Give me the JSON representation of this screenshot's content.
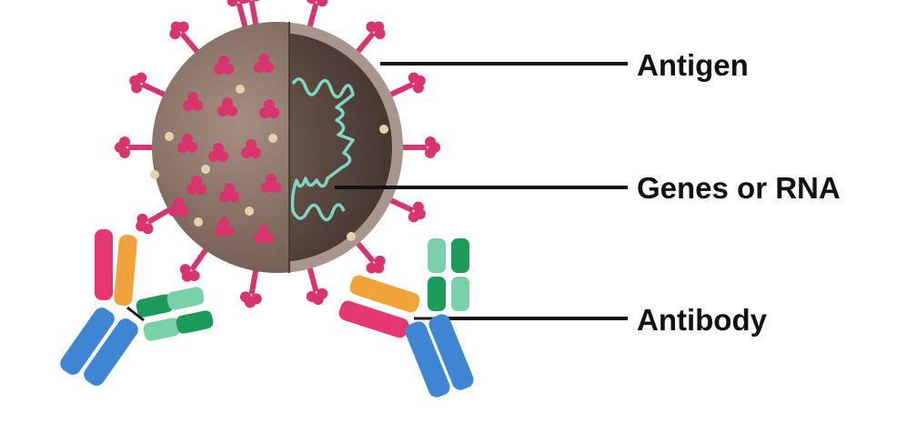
{
  "labels": {
    "antigen": "Antigen",
    "genes": "Genes or RNA",
    "antibody": "Antibody"
  },
  "colors": {
    "background": "#ffffff",
    "virus_body": "#8a7266",
    "virus_body_dark": "#6a554c",
    "virus_cut_face": "#5e4a42",
    "virus_shell": "#a8968c",
    "spike": "#d8356e",
    "dot": "#e2d3ac",
    "rna_strand": "#7fd6c2",
    "leader_line": "#111111",
    "antibody_heavy": "#3e86d3",
    "antibody_light_pink": "#e53771",
    "antibody_light_orange": "#f1a33b",
    "antibody_green_dark": "#1d9b5a",
    "antibody_green_light": "#79cfa8"
  },
  "icons": {
    "virus": "virus-particle-icon",
    "antibody": "y-shaped-antibody-icon"
  }
}
